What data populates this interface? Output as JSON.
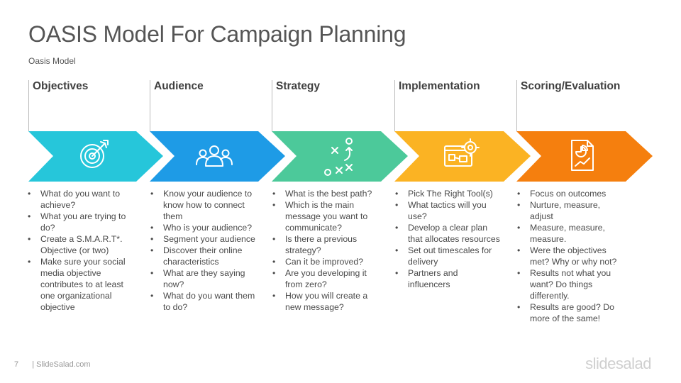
{
  "title": "OASIS Model For Campaign Planning",
  "subtitle": "Oasis Model",
  "stages": [
    {
      "name": "Objectives",
      "icon": "target-icon",
      "color": "#26C6DA",
      "bullets": [
        "What do you want to achieve?",
        "What you are trying to do?",
        "Create a S.M.A.R.T*. Objective (or two)",
        "Make sure your social media objective contributes to at least one organizational objective"
      ]
    },
    {
      "name": "Audience",
      "icon": "people-group-icon",
      "color": "#1E9BE6",
      "bullets": [
        "Know your audience to know how to connect them",
        "Who is your audience?",
        "Segment your audience",
        "Discover their online characteristics",
        "What are they saying now?",
        "What do you want them to do?"
      ]
    },
    {
      "name": "Strategy",
      "icon": "strategy-play-icon",
      "color": "#4CC99A",
      "bullets": [
        "What is the best path?",
        "Which is the main message you want to communicate?",
        "Is there a previous strategy?",
        "Can it be improved?",
        "Are you developing it from zero?",
        "How you will create a new message?"
      ]
    },
    {
      "name": "Implementation",
      "icon": "blueprint-gear-icon",
      "color": "#FBB323",
      "bullets": [
        "Pick The Right Tool(s)",
        "What tactics will you use?",
        "Develop a clear plan that allocates resources",
        "Set out timescales for delivery",
        "Partners and influencers"
      ]
    },
    {
      "name": "Scoring/Evaluation",
      "icon": "report-chart-icon",
      "color": "#F57F0E",
      "bullets": [
        "Focus on outcomes",
        "Nurture, measure, adjust",
        "Measure, measure, measure.",
        "Were the objectives met? Why or why not?",
        "Results not what you want? Do things differently.",
        "Results are good? Do more of the same!"
      ]
    }
  ],
  "footer": {
    "page_number": "7",
    "site": "| SlideSalad.com"
  },
  "brand": "slidesalad"
}
